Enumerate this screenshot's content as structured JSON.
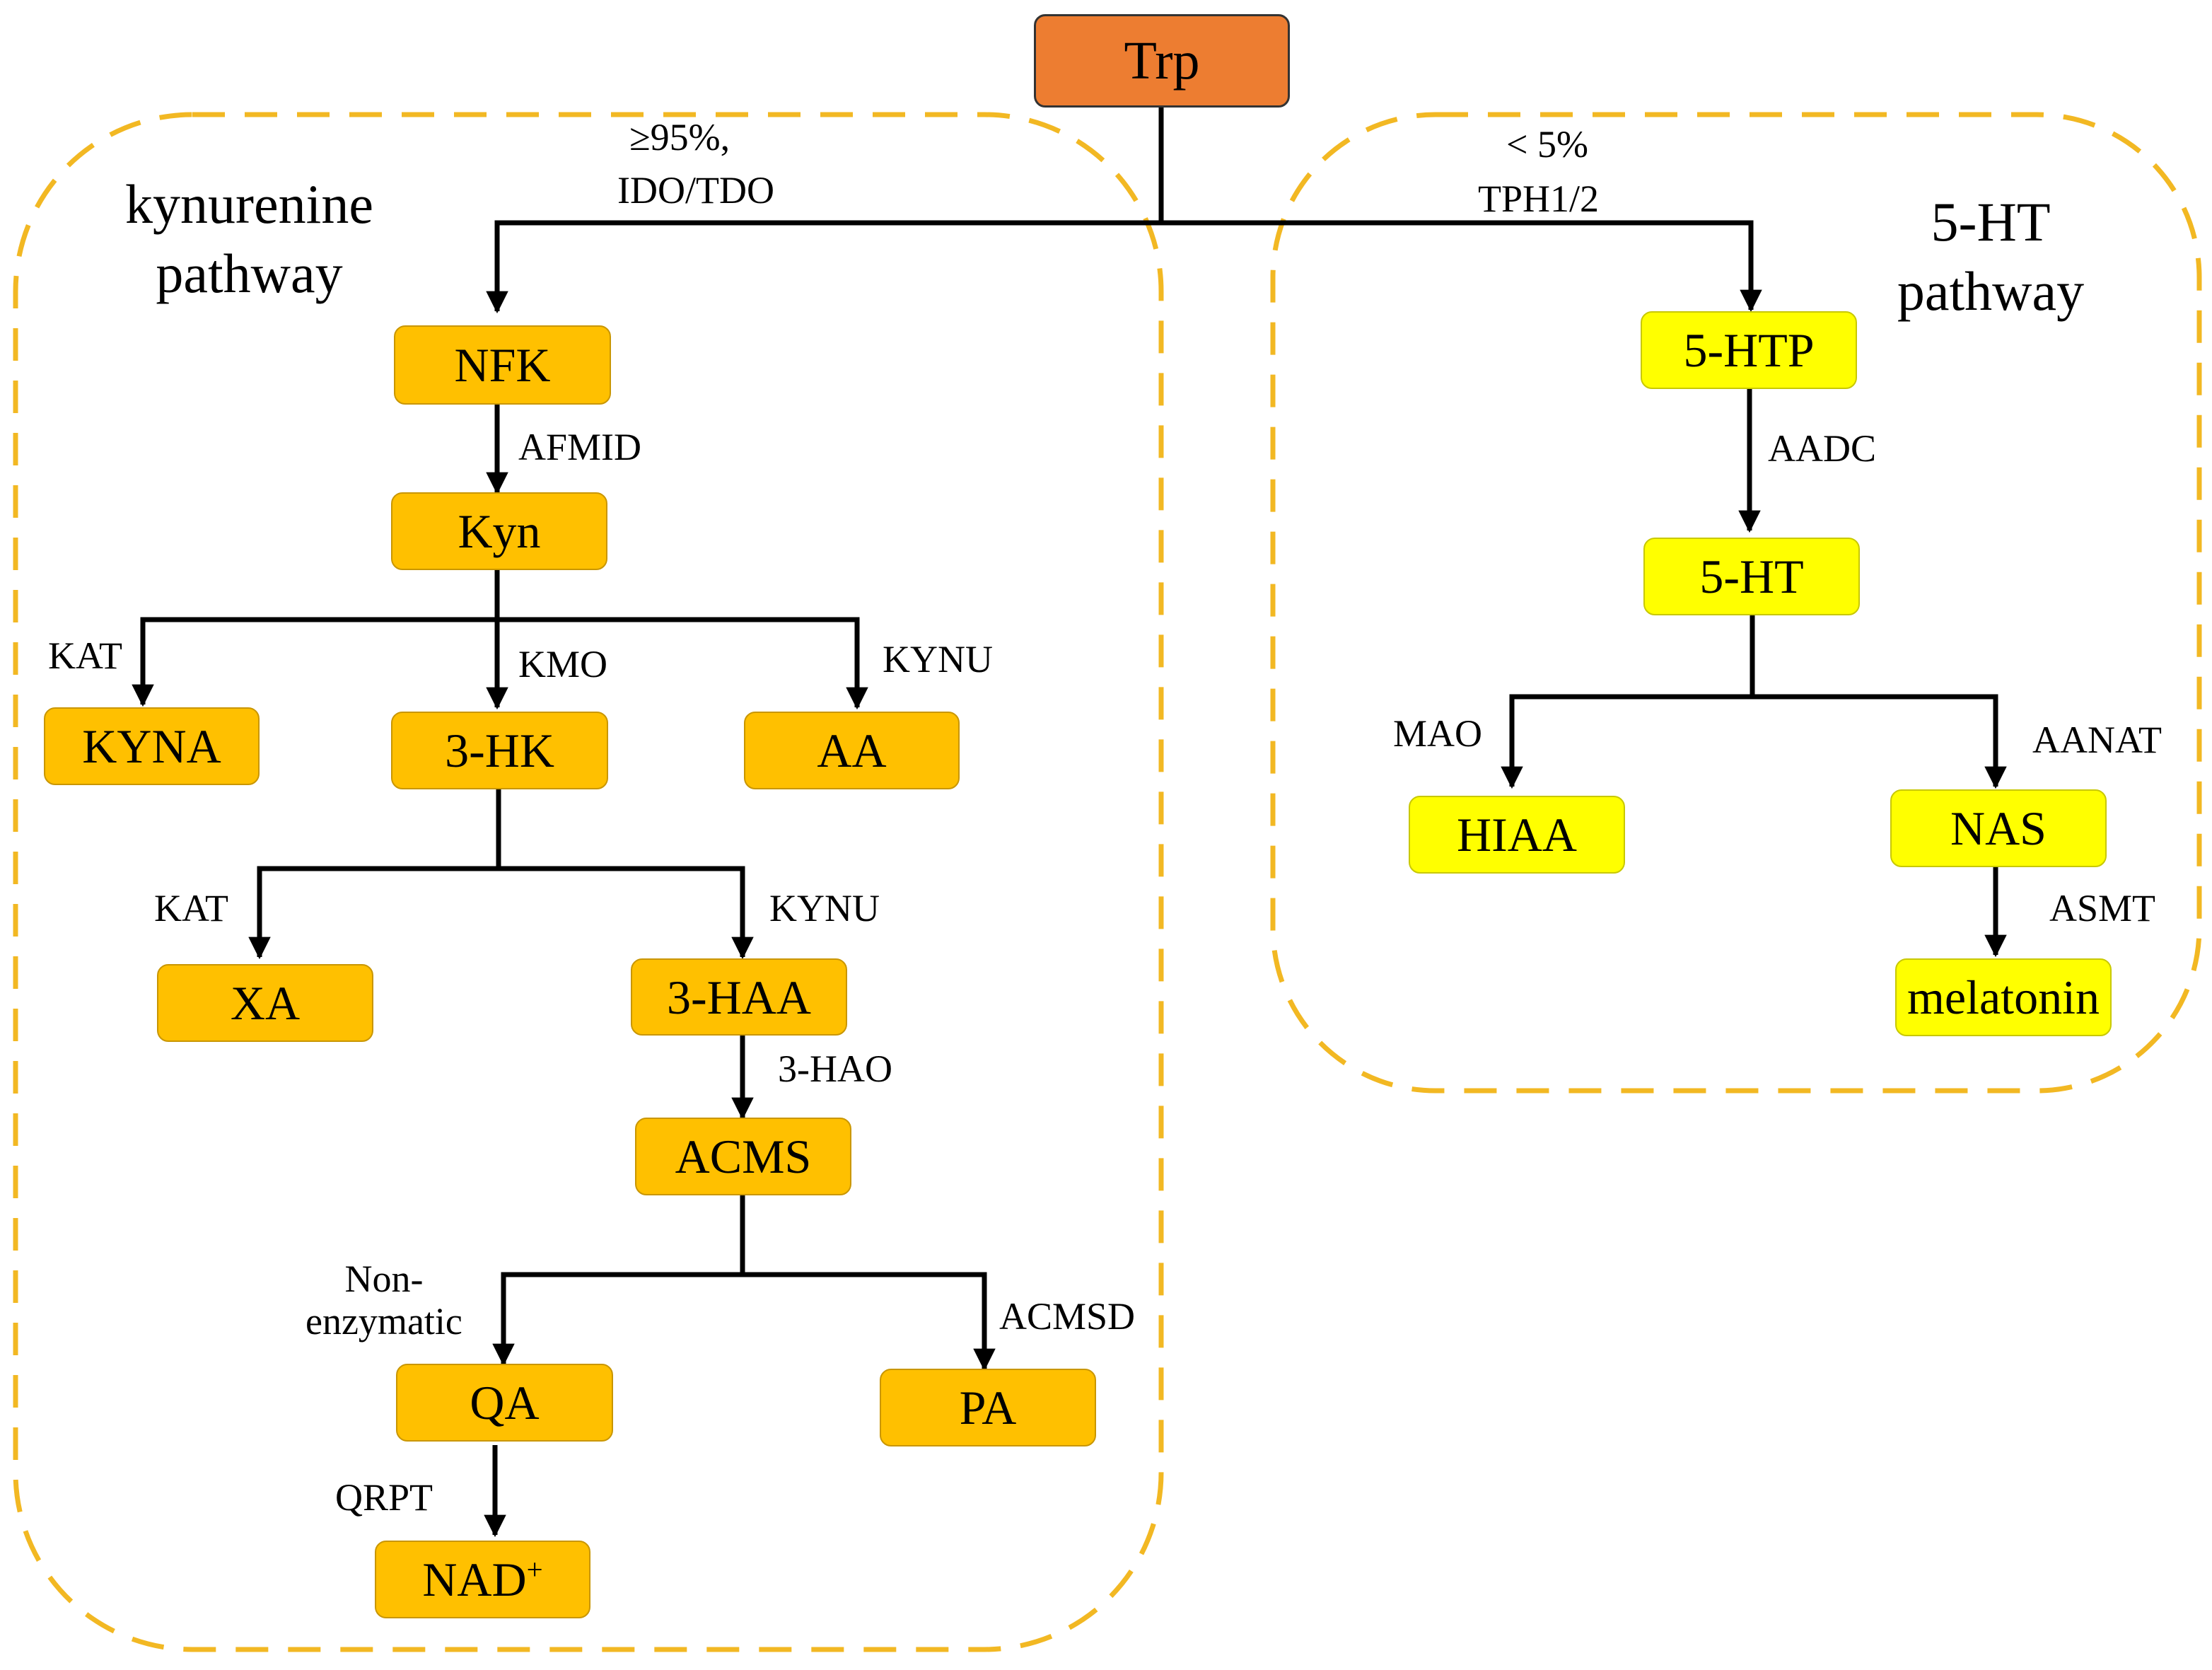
{
  "root": {
    "label": "Trp"
  },
  "regions": {
    "kynurenine": {
      "title_line1": "kynurenine",
      "title_line2": "pathway"
    },
    "serotonin": {
      "title_line1": "5-HT",
      "title_line2": "pathway"
    }
  },
  "nodes": {
    "nfk": "NFK",
    "kyn": "Kyn",
    "kyna": "KYNA",
    "hk3": "3-HK",
    "aa": "AA",
    "xa": "XA",
    "haa3": "3-HAA",
    "acms": "ACMS",
    "qa": "QA",
    "pa": "PA",
    "nad": "NAD",
    "nad_sup": "+",
    "htp5": "5-HTP",
    "ht5": "5-HT",
    "hiaa": "HIAA",
    "nas": "NAS",
    "melatonin": "melatonin"
  },
  "enzymes": {
    "kyn_branch_share": "≥95%,",
    "ido_tdo": "IDO/TDO",
    "ht_branch_share": "< 5%",
    "tph": "TPH1/2",
    "afmid": "AFMID",
    "kat_kyna": "KAT",
    "kmo": "KMO",
    "kynu_aa": "KYNU",
    "kat_xa": "KAT",
    "kynu_haa": "KYNU",
    "hao3": "3-HAO",
    "nonenz_line1": "Non-",
    "nonenz_line2": "enzymatic",
    "acmsd": "ACMSD",
    "qrpt": "QRPT",
    "aadc": "AADC",
    "mao": "MAO",
    "aanat": "AANAT",
    "asmt": "ASMT"
  },
  "colors": {
    "root": "#ED7D31",
    "kynurenine_node": "#FFC000",
    "serotonin_node": "#FFFF00",
    "region_border": "#F2B823",
    "connector": "#000000"
  }
}
